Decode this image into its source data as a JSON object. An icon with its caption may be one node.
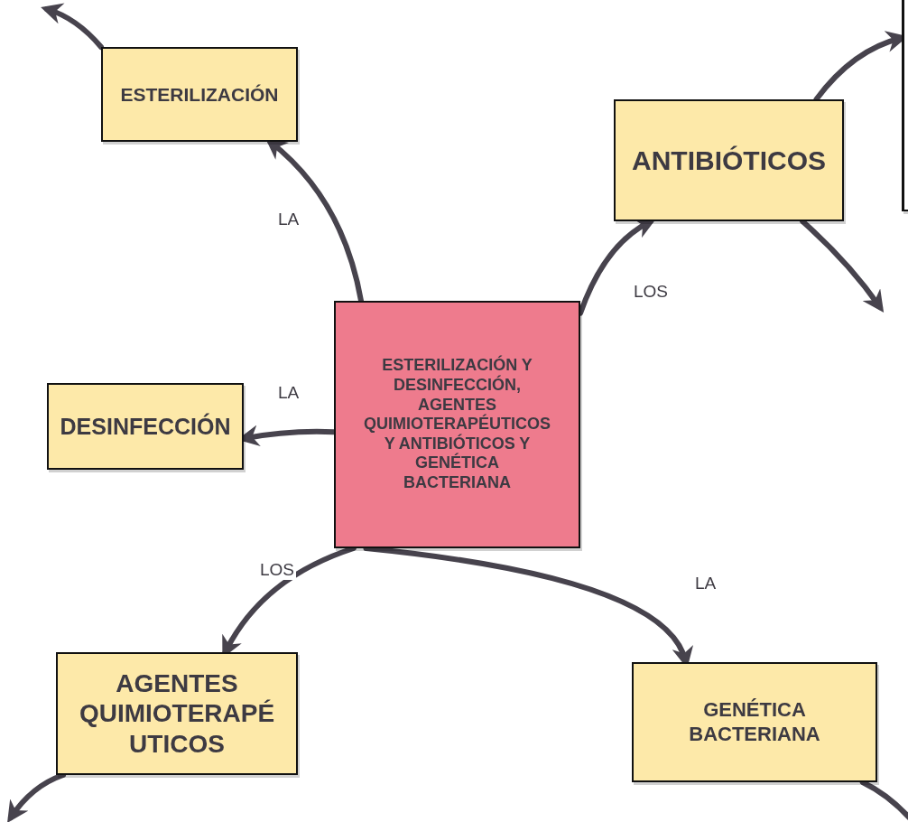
{
  "diagram": {
    "nodes": [
      {
        "text": [
          "ESTERILIZACIÓN Y DESINFECCIÓN, AGENTES QUIMIOTERAPÉUTICOS Y ANTIBIÓTICOS Y GENÉTICA BACTERIANA"
        ]
      },
      {
        "text": [
          "ESTERILIZACIÓN"
        ]
      },
      {
        "text": [
          "ANTIBIÓTICOS"
        ]
      },
      {
        "text": [
          "DESINFECCIÓN"
        ]
      },
      {
        "text": [
          "AGENTES QUIMIOTERAPÉ UTICOS"
        ]
      },
      {
        "text": [
          "GENÉTICA BACTERIANA"
        ]
      },
      {
        "text": [],
        "shape": "box"
      }
    ],
    "edges": [
      {
        "from": 0,
        "to": 1,
        "arrow": "to",
        "label": "LA"
      },
      {
        "from": 0,
        "to": 3,
        "arrow": "to",
        "label": "LA"
      },
      {
        "from": 0,
        "to": 2,
        "arrow": "to",
        "label": "LOS"
      },
      {
        "from": 0,
        "to": 4,
        "arrow": "to",
        "label": "LOS"
      },
      {
        "from": 0,
        "to": 5,
        "arrow": "to",
        "label": "LA"
      },
      {
        "from": 1,
        "to": null,
        "arrow": "to"
      },
      {
        "from": 2,
        "to": 6,
        "arrow": "to"
      },
      {
        "from": 2,
        "to": null,
        "arrow": "to"
      },
      {
        "from": 4,
        "to": null,
        "arrow": "to"
      },
      {
        "from": 5,
        "to": null,
        "arrow": "none"
      }
    ]
  }
}
